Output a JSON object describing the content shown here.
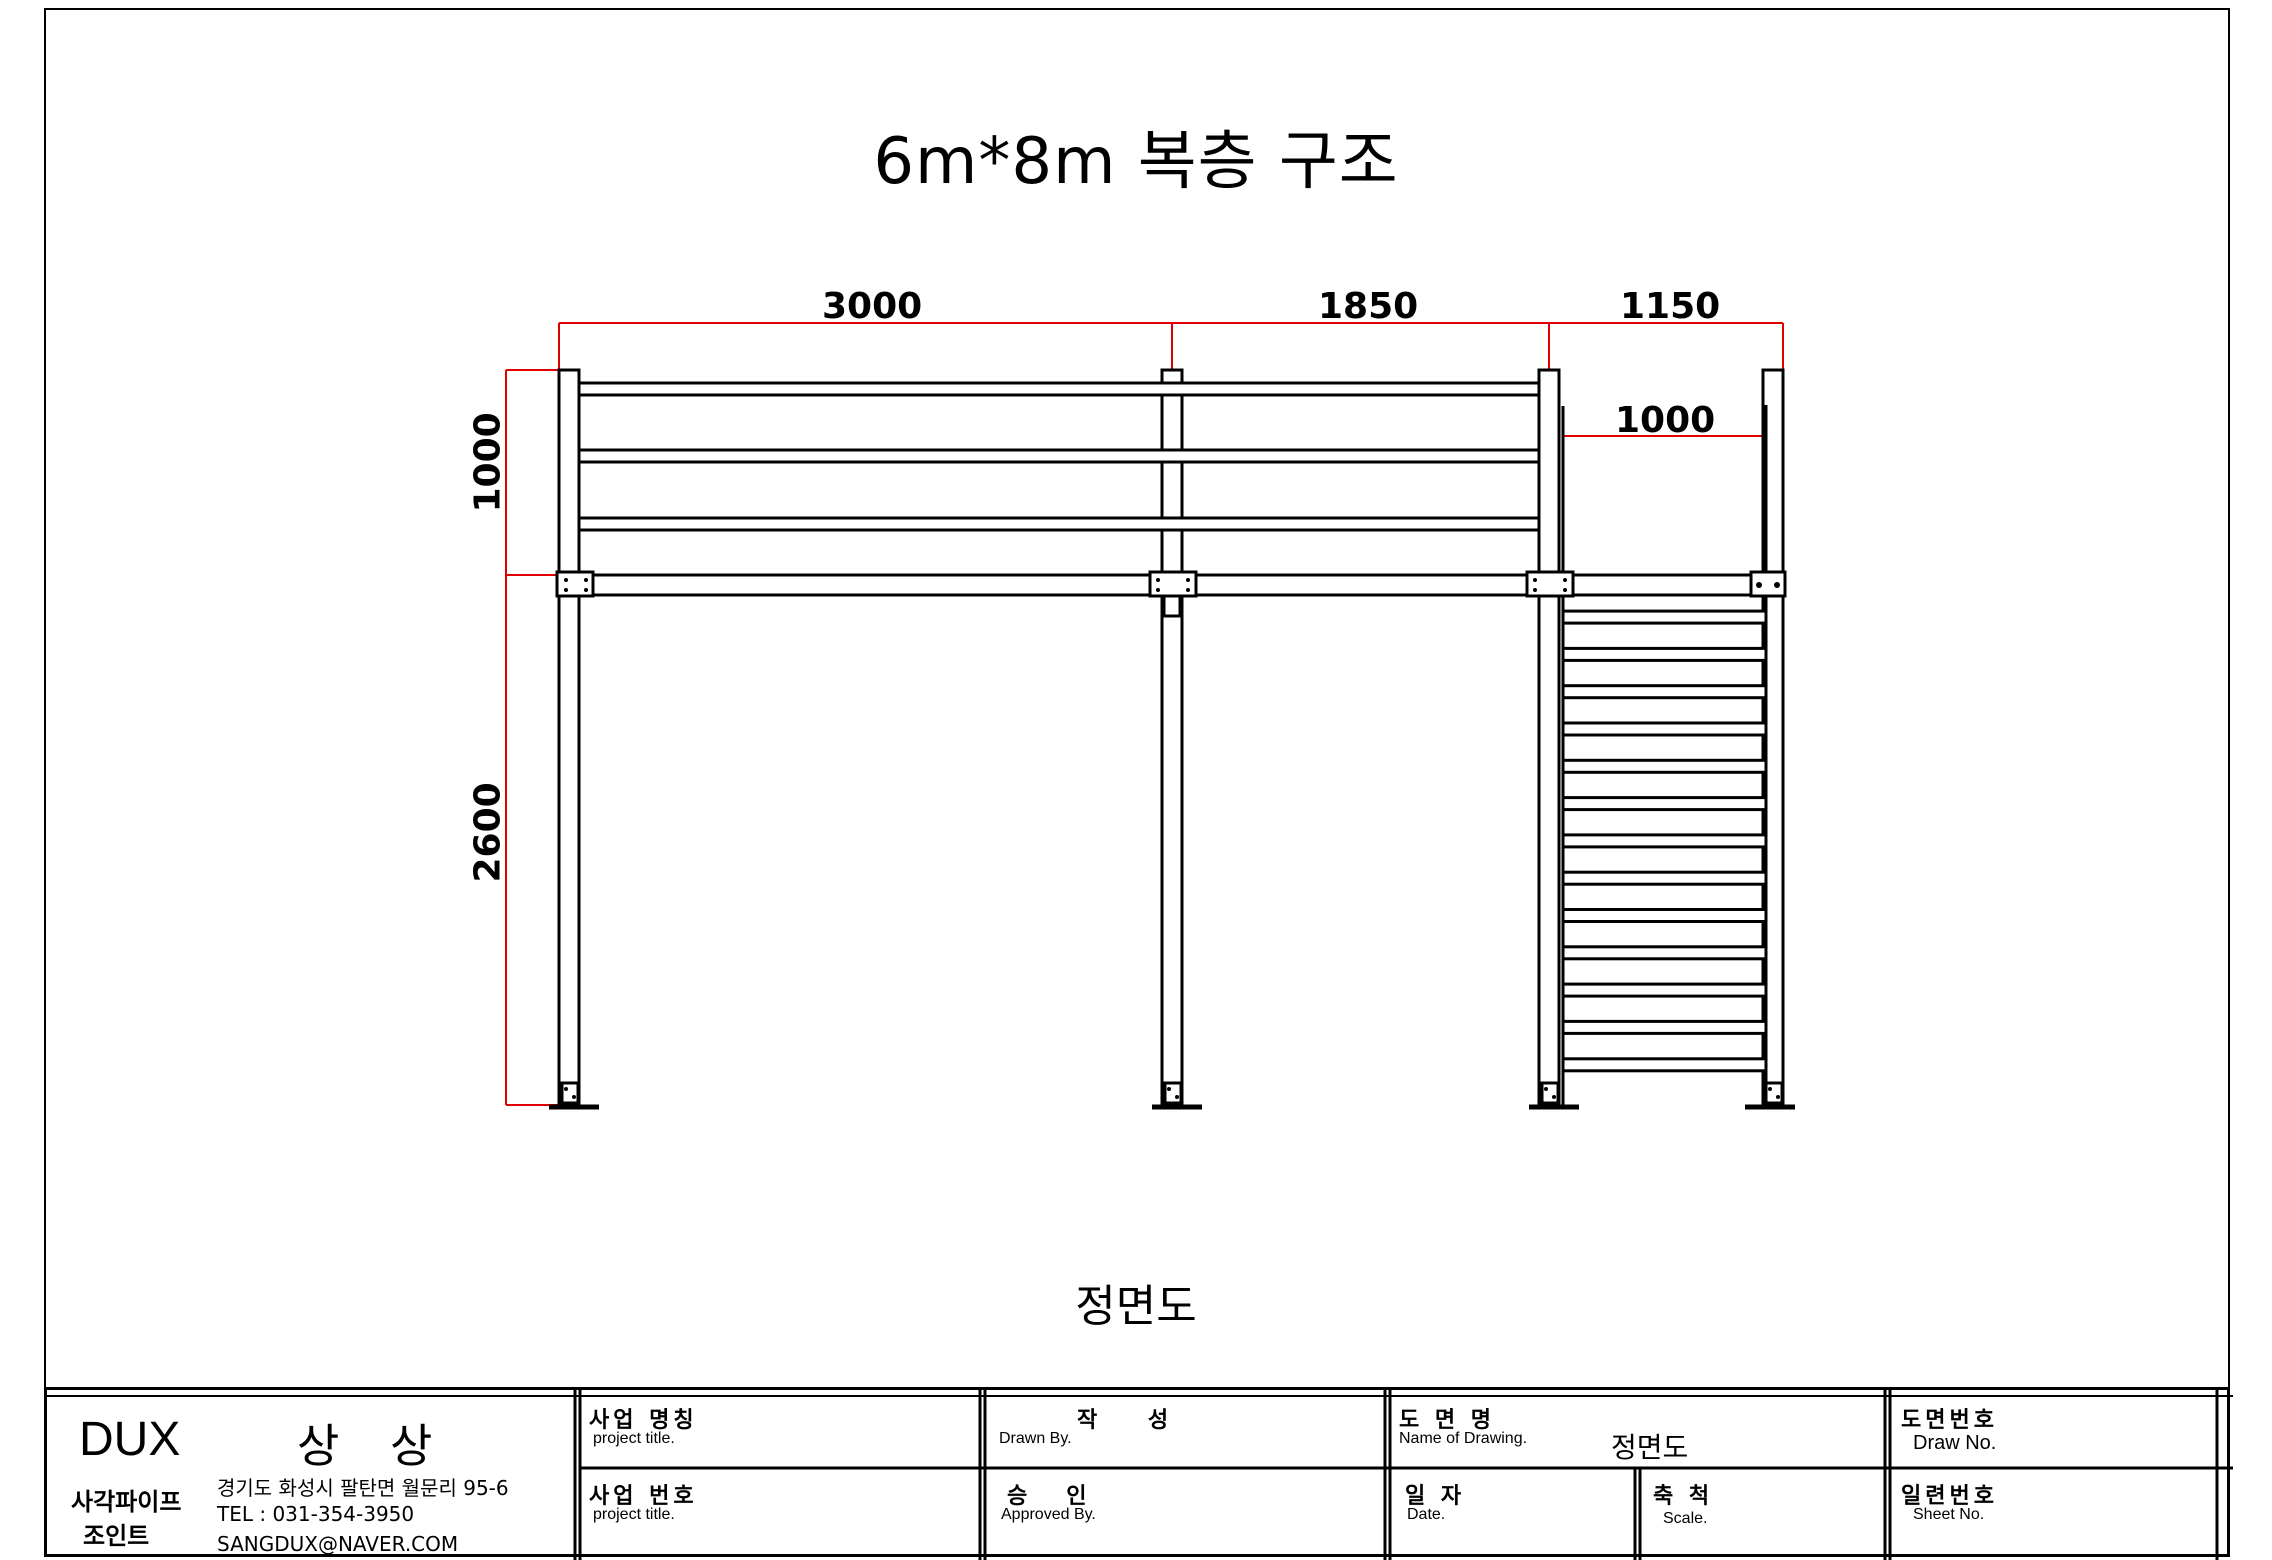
{
  "drawing": {
    "title": "6m*8m  복층 구조",
    "view_name": "정면도",
    "dimensions": {
      "top_span_1": "3000",
      "top_span_2": "1850",
      "top_span_3": "1150",
      "stair_width": "1000",
      "rail_height": "1000",
      "column_height": "2600"
    },
    "colors": {
      "dimension_line": "#e00000",
      "structure_line": "#000000",
      "background": "#ffffff"
    }
  },
  "title_block": {
    "brand": "DUX",
    "brand_name": "상 상",
    "company_line1": "사각파이프",
    "company_line2": "조인트",
    "address": "경기도 화성시 팔탄면 월문리 95-6",
    "tel": "TEL : 031-354-3950",
    "email": "SANGDUX@NAVER.COM",
    "project_name_ko": "사업 명칭",
    "project_name_en": "project title.",
    "project_no_ko": "사업 번호",
    "project_no_en": "project title.",
    "drawn_by_ko": "작    성",
    "drawn_by_en": "Drawn By.",
    "approved_by_ko": "승   인",
    "approved_by_en": "Approved By.",
    "drawing_name_ko": "도 면 명",
    "drawing_name_en": "Name of Drawing.",
    "drawing_name_value": "정면도",
    "date_ko": "일 자",
    "date_en": "Date.",
    "scale_ko": "축 척",
    "scale_en": "Scale.",
    "draw_no_ko": "도면번호",
    "draw_no_en": "Draw No.",
    "sheet_no_ko": "일련번호",
    "sheet_no_en": "Sheet No."
  }
}
